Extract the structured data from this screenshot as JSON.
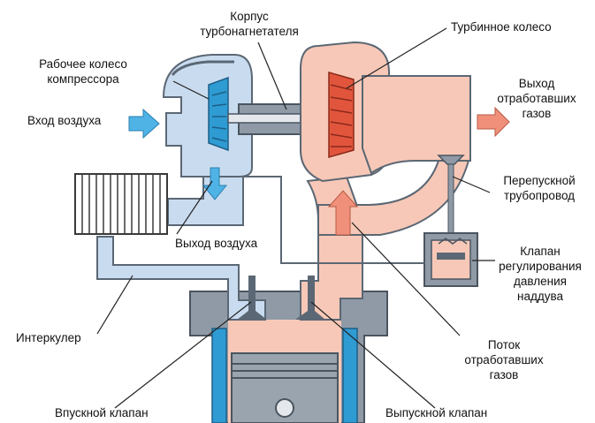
{
  "labels": {
    "turbo_housing": [
      "Корпус",
      "турбонагнетателя"
    ],
    "turbine_wheel": "Турбинное колесо",
    "compressor_wheel": [
      "Рабочее колесо",
      "компрессора"
    ],
    "air_inlet": "Вход воздуха",
    "exhaust_outlet": [
      "Выход",
      "отработавших",
      "газов"
    ],
    "bypass_pipe": [
      "Перепускной",
      "трубопровод"
    ],
    "air_outlet": "Выход воздуха",
    "boost_valve": [
      "Клапан",
      "регулирования",
      "давления",
      "наддува"
    ],
    "intercooler": "Интеркулер",
    "exhaust_flow": [
      "Поток",
      "отработавших",
      "газов"
    ],
    "intake_valve": "Впускной клапан",
    "exhaust_valve": "Выпускной клапан"
  },
  "colors": {
    "cold_air": "#c9dcef",
    "hot_gas": "#f7c8b7",
    "metal": "#8f9aa6",
    "compressor_blue": "#2f9bd3",
    "turbine_red": "#e2553d",
    "arrow_blue": "#4fb3e6",
    "arrow_orange": "#f0907a"
  }
}
